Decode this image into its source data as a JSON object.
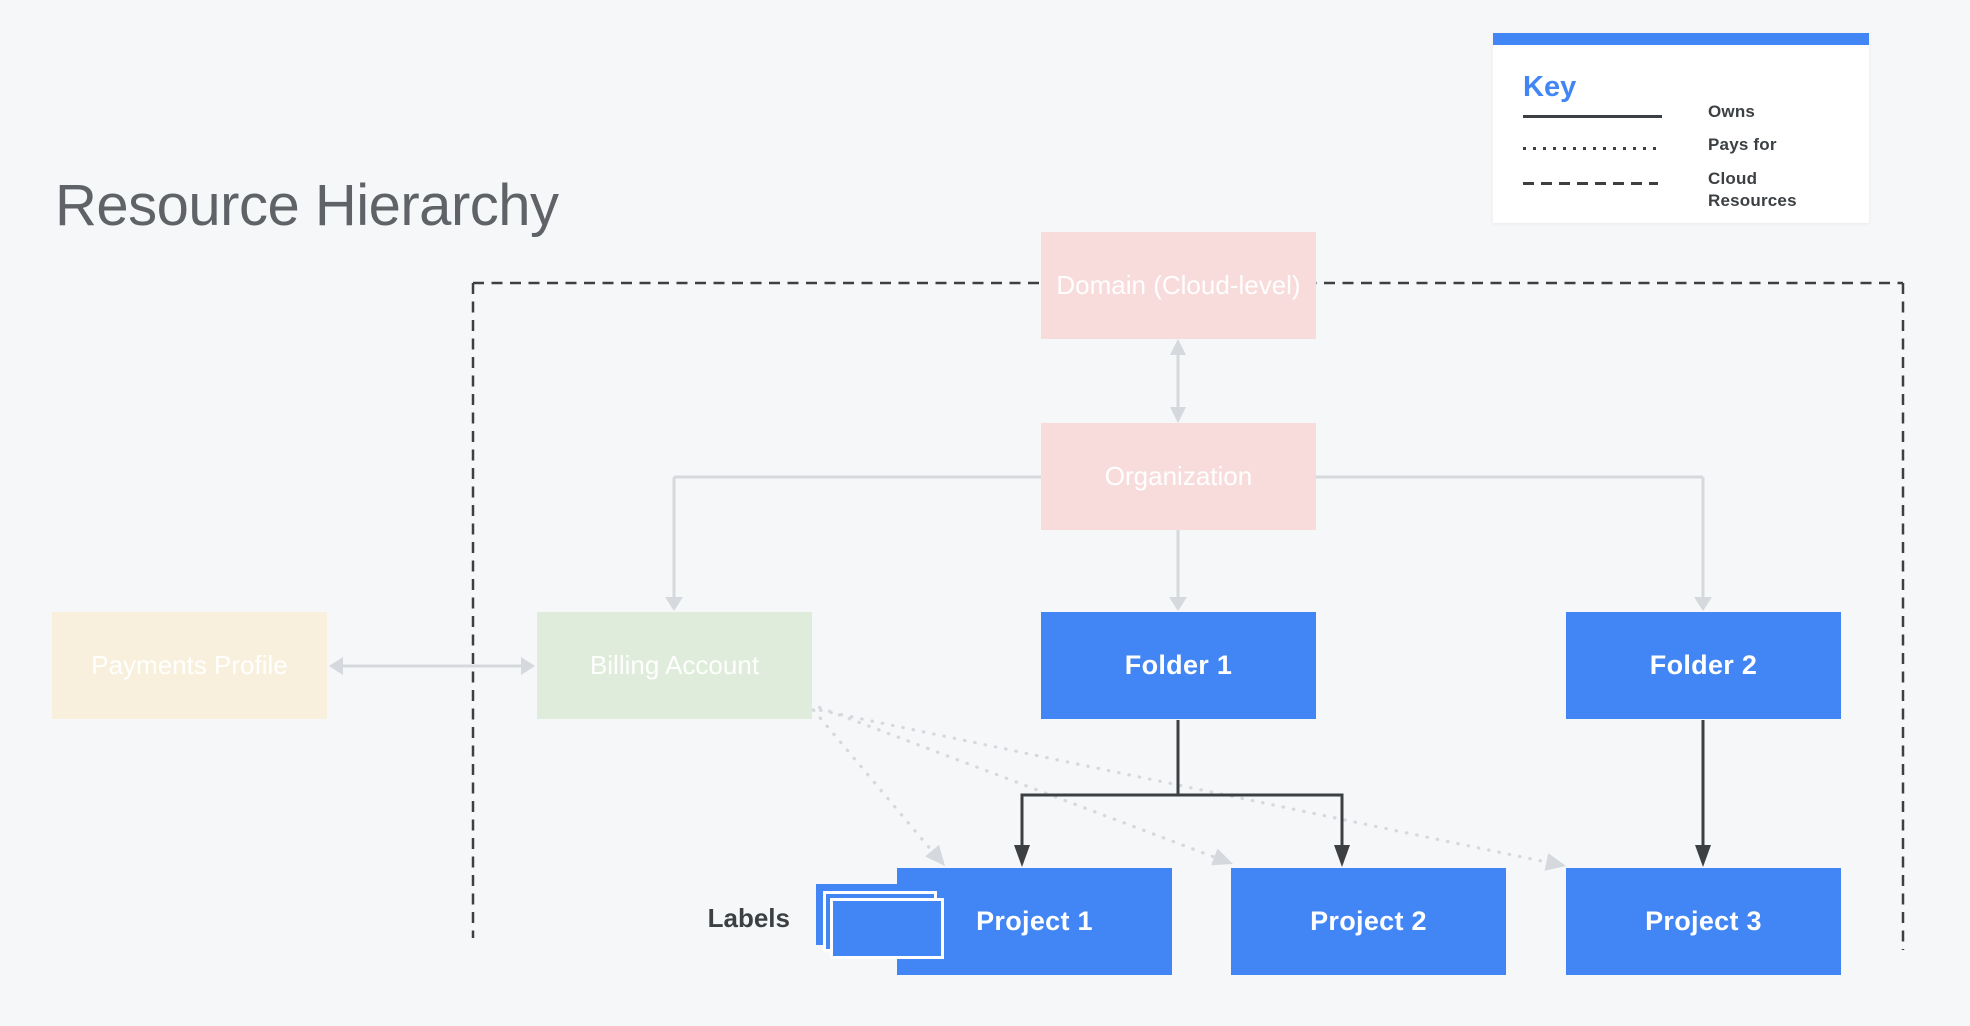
{
  "title": "Resource Hierarchy",
  "legend": {
    "heading": "Key",
    "items": [
      {
        "label": "Owns",
        "line_style": "solid"
      },
      {
        "label": "Pays for",
        "line_style": "dotted"
      },
      {
        "label": "Cloud Resources",
        "line_style": "dashed"
      }
    ]
  },
  "nodes": {
    "domain": "Domain (Cloud-level)",
    "organization": "Organization",
    "payments_profile": "Payments Profile",
    "billing_account": "Billing Account",
    "folder1": "Folder 1",
    "folder2": "Folder 2",
    "project1": "Project 1",
    "project2": "Project 2",
    "project3": "Project 3"
  },
  "labels_caption": "Labels",
  "icons": {
    "labels_stack": "stacked-cards-icon"
  },
  "colors": {
    "accent-blue": "#4285f4",
    "node-pink": "#f8dcdc",
    "node-cream": "#f8f0dc",
    "node-green": "#dfecdb",
    "connector-gray": "#d5d8dc",
    "connector-dark": "#3c4043",
    "title-gray": "#5f6368",
    "bg": "#f6f7f9"
  }
}
